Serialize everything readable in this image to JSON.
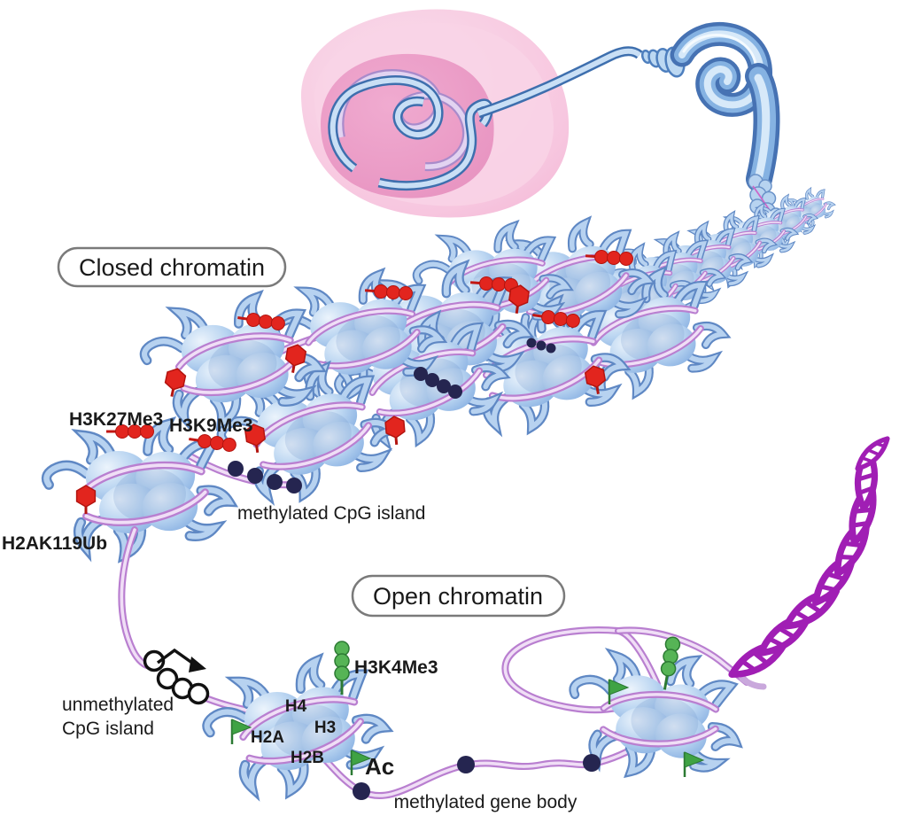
{
  "colors": {
    "nucleosome_blue": "#9CC2EA",
    "nucleosome_highlight": "#E9F3FC",
    "nucleosome_deep": "#79A3D8",
    "tail_blue": "#8FB4E3",
    "fiber_blue": "#6FA3D8",
    "dna_strand_outer": "#B97FD0",
    "dna_strand_inner": "#F0DEF6",
    "helix_purple": "#A01EB4",
    "methyl_red": "#E2251E",
    "cpg_navy": "#252550",
    "methyl_green": "#56B456",
    "flag_green": "#3FA344",
    "cell_pink": "#F7C6DF",
    "nucleus_pink": "#EC9EC7",
    "label_text": "#1A1A1A",
    "pill_border": "#7A7A7A"
  },
  "labels": {
    "closed_chromatin": "Closed chromatin",
    "open_chromatin": "Open chromatin",
    "h3k27me3": "H3K27Me3",
    "h3k9me3": "H3K9Me3",
    "h2ak119ub": "H2AK119Ub",
    "methylated_cpg_island": "methylated CpG island",
    "unmethylated_line1": "unmethylated",
    "unmethylated_line2": "CpG island",
    "h3k4me3": "H3K4Me3",
    "ac": "Ac",
    "methylated_gene_body": "methylated gene body",
    "histone_h4": "H4",
    "histone_h3": "H3",
    "histone_h2a": "H2A",
    "histone_h2b": "H2B"
  }
}
